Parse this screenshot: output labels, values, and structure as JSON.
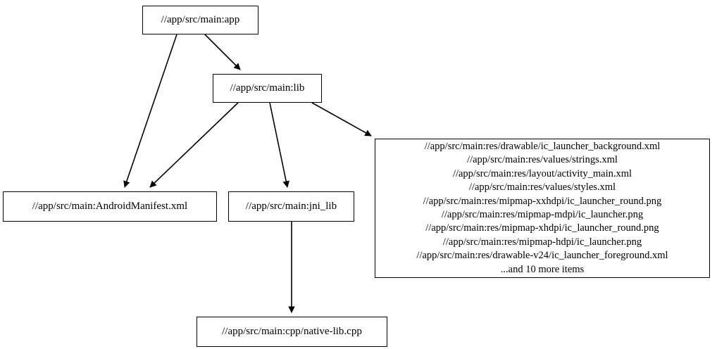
{
  "graph": {
    "title": "bazel-dependency-graph",
    "background_color": "#ffffff",
    "node_border_color": "#000000",
    "edge_color": "#000000",
    "text_color": "#000000"
  },
  "nodes": {
    "app": {
      "label": "//app/src/main:app"
    },
    "lib": {
      "label": "//app/src/main:lib"
    },
    "manifest": {
      "label": "//app/src/main:AndroidManifest.xml"
    },
    "jni_lib": {
      "label": "//app/src/main:jni_lib"
    },
    "native_lib": {
      "label": "//app/src/main:cpp/native-lib.cpp"
    },
    "resources": {
      "lines": [
        "//app/src/main:res/drawable/ic_launcher_background.xml",
        "//app/src/main:res/values/strings.xml",
        "//app/src/main:res/layout/activity_main.xml",
        "//app/src/main:res/values/styles.xml",
        "//app/src/main:res/mipmap-xxhdpi/ic_launcher_round.png",
        "//app/src/main:res/mipmap-mdpi/ic_launcher.png",
        "//app/src/main:res/mipmap-xhdpi/ic_launcher_round.png",
        "//app/src/main:res/mipmap-hdpi/ic_launcher.png",
        "//app/src/main:res/drawable-v24/ic_launcher_foreground.xml",
        "...and 10 more items"
      ],
      "label": "//app/src/main:res/drawable/ic_launcher_background.xml\n//app/src/main:res/values/strings.xml\n//app/src/main:res/layout/activity_main.xml\n//app/src/main:res/values/styles.xml\n//app/src/main:res/mipmap-xxhdpi/ic_launcher_round.png\n//app/src/main:res/mipmap-mdpi/ic_launcher.png\n//app/src/main:res/mipmap-xhdpi/ic_launcher_round.png\n//app/src/main:res/mipmap-hdpi/ic_launcher.png\n//app/src/main:res/drawable-v24/ic_launcher_foreground.xml\n...and 10 more items"
    }
  },
  "edges": [
    {
      "from": "app",
      "to": "lib"
    },
    {
      "from": "app",
      "to": "manifest"
    },
    {
      "from": "lib",
      "to": "manifest"
    },
    {
      "from": "lib",
      "to": "jni_lib"
    },
    {
      "from": "lib",
      "to": "resources"
    },
    {
      "from": "jni_lib",
      "to": "native_lib"
    }
  ]
}
